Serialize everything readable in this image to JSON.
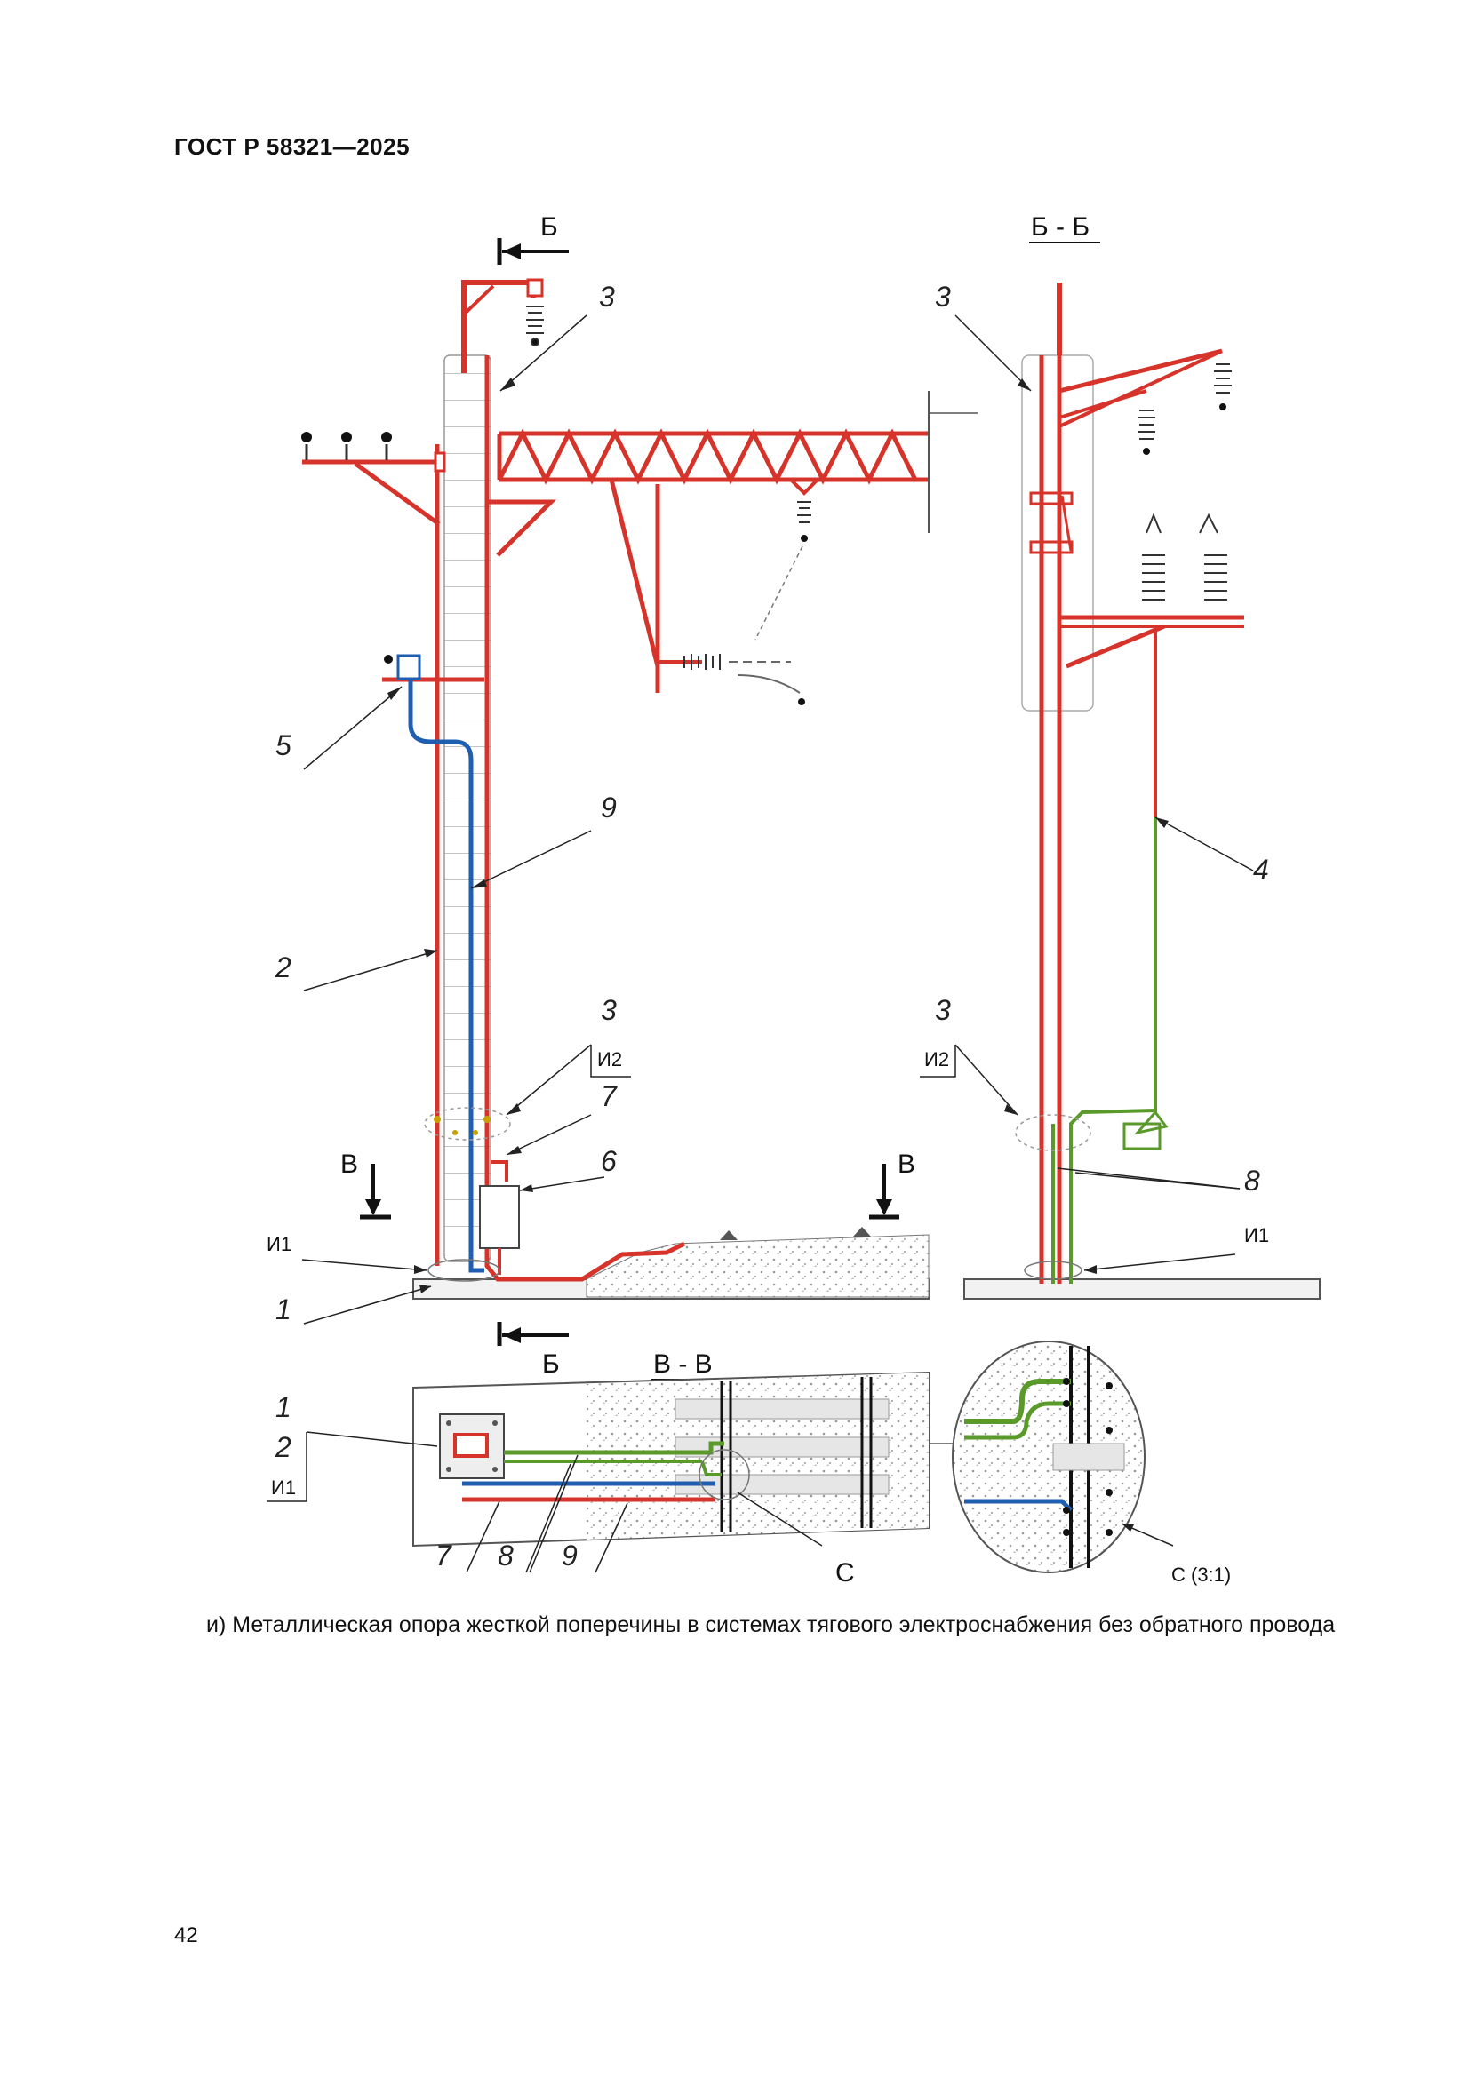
{
  "header": {
    "standard": "ГОСТ Р 58321—2025"
  },
  "page_number": "42",
  "caption": "и) Металлическая опора жесткой поперечины в системах тягового электроснабжения без обратного провода",
  "colors": {
    "red": "#d6332b",
    "blue": "#1f5fb0",
    "green": "#5a9a2a",
    "hatch": "#d8d8d8"
  },
  "section_marks": {
    "b_top": "Б",
    "b_bottom": "Б",
    "v_left": "В",
    "v_right": "В",
    "bb_title": "Б - Б",
    "vv_title": "В - В",
    "c_mark": "С",
    "c_detail": "С (3:1)"
  },
  "labels": {
    "l3a": "3",
    "l3b": "3",
    "l3c": "3",
    "l3d": "3",
    "i2a": "И2",
    "i2b": "И2",
    "l5": "5",
    "l9": "9",
    "l2": "2",
    "l4": "4",
    "l7": "7",
    "l6": "6",
    "l8": "8",
    "i1a": "И1",
    "i1b": "И1",
    "l1": "1",
    "pl1": "1",
    "pl2": "2",
    "pi1": "И1",
    "pl7": "7",
    "pl8": "8",
    "pl9": "9"
  }
}
